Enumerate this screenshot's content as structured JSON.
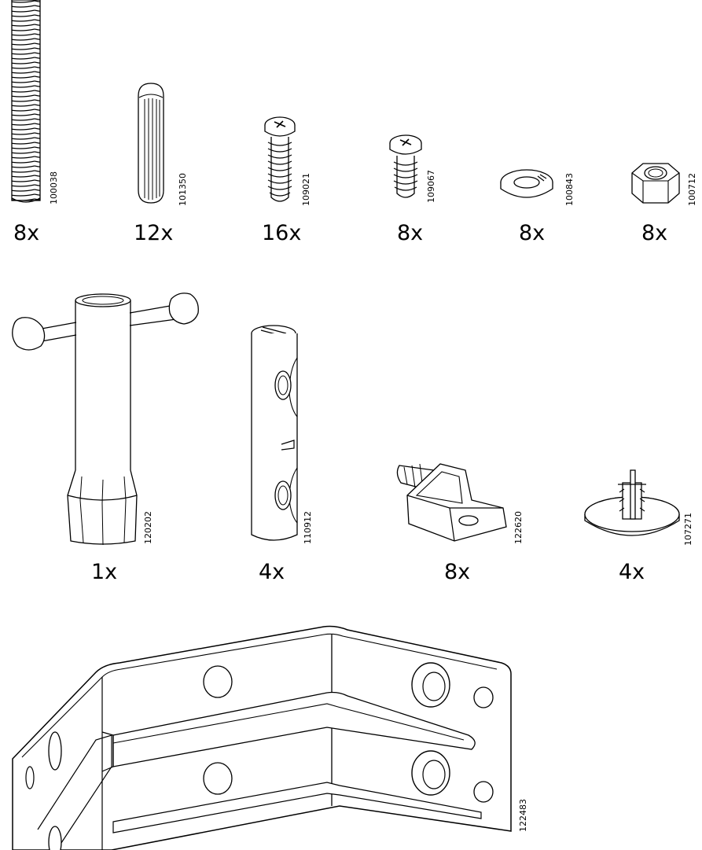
{
  "parts": [
    {
      "id": "threaded-rod",
      "code": "100038",
      "qty": "8x"
    },
    {
      "id": "wood-dowel",
      "code": "101350",
      "qty": "12x"
    },
    {
      "id": "long-screw",
      "code": "109021",
      "qty": "16x"
    },
    {
      "id": "short-screw",
      "code": "109067",
      "qty": "8x"
    },
    {
      "id": "spring-washer",
      "code": "100843",
      "qty": "8x"
    },
    {
      "id": "hex-nut",
      "code": "100712",
      "qty": "8x"
    },
    {
      "id": "t-wrench",
      "code": "120202",
      "qty": "1x"
    },
    {
      "id": "barrel-nut",
      "code": "110912",
      "qty": "4x"
    },
    {
      "id": "corner-bracket-block",
      "code": "122620",
      "qty": "8x"
    },
    {
      "id": "plastic-foot",
      "code": "107271",
      "qty": "4x"
    },
    {
      "id": "angle-bracket",
      "code": "122483",
      "qty": ""
    }
  ]
}
